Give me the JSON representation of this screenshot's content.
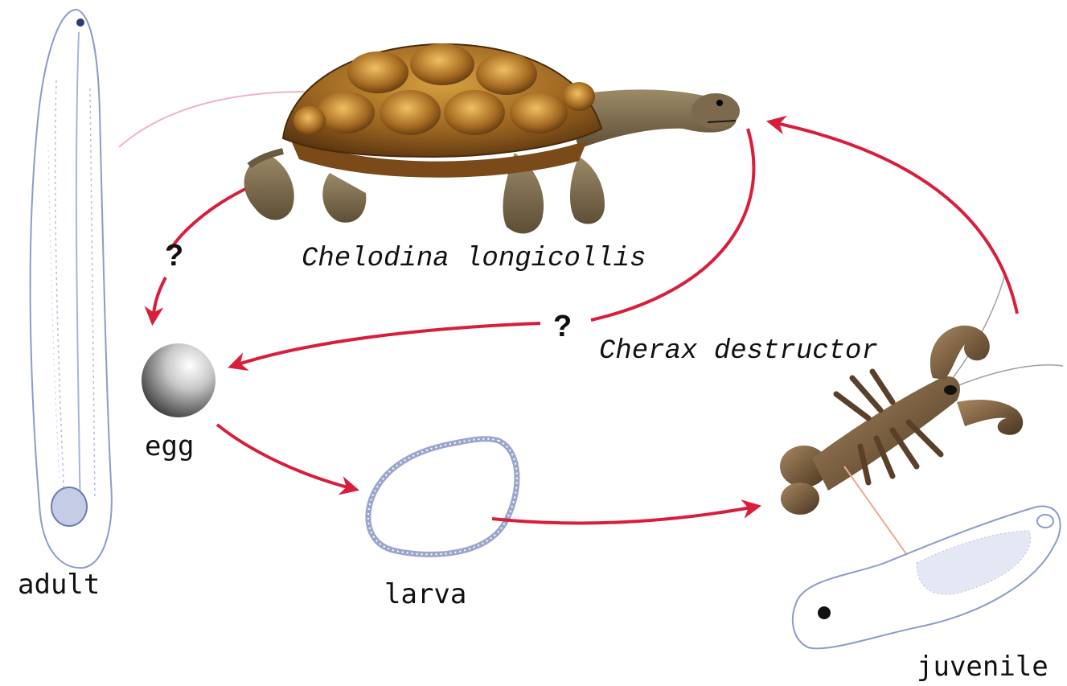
{
  "labels": {
    "turtle": "Chelodina longicollis",
    "crayfish": "Cherax destructor",
    "adult": "adult",
    "egg": "egg",
    "larva": "larva",
    "juvenile": "juvenile",
    "unknown_egg_path": "?",
    "unknown_return_path": "?"
  },
  "colors": {
    "arrow": "#d81e3c",
    "faint_link": "#f0b4c0",
    "outline": "#8c9cc8",
    "turtle_shell": "#8a5a1c",
    "turtle_skin": "#7d6a4e",
    "crayfish": "#6b4f34"
  }
}
